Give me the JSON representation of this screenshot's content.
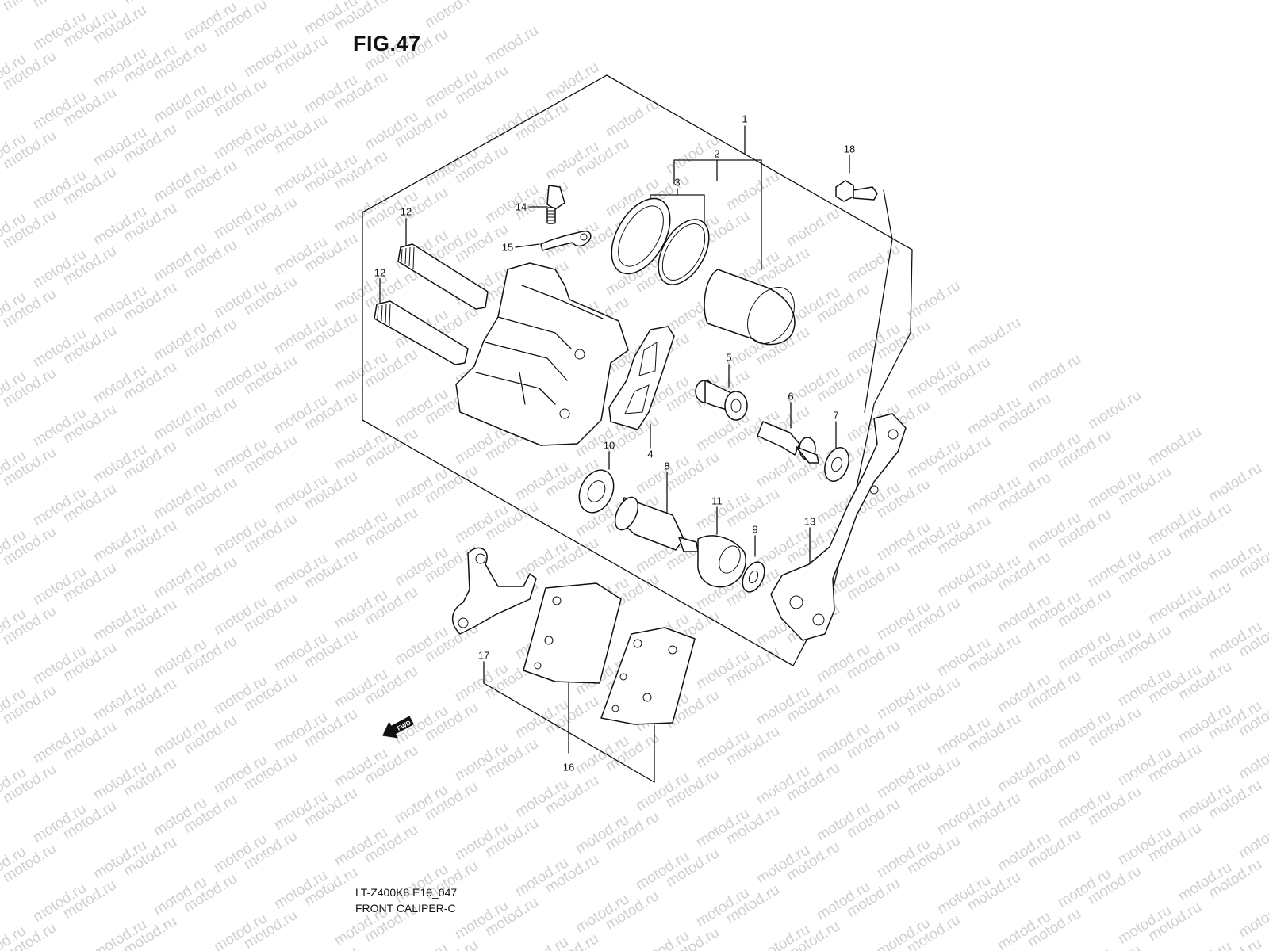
{
  "figure": {
    "title": "FIG.47",
    "model_code": "LT-Z400K8 E19_047",
    "caption": "FRONT CALIPER-C"
  },
  "watermark": {
    "text": "motod.ru",
    "color": "#cfcfcf"
  },
  "fwd_label": "FWD",
  "callouts": [
    {
      "id": "1",
      "label": "1"
    },
    {
      "id": "2",
      "label": "2"
    },
    {
      "id": "3",
      "label": "3"
    },
    {
      "id": "4",
      "label": "4"
    },
    {
      "id": "5",
      "label": "5"
    },
    {
      "id": "6",
      "label": "6"
    },
    {
      "id": "7",
      "label": "7"
    },
    {
      "id": "8",
      "label": "8"
    },
    {
      "id": "9",
      "label": "9"
    },
    {
      "id": "10",
      "label": "10"
    },
    {
      "id": "11",
      "label": "11"
    },
    {
      "id": "12a",
      "label": "12"
    },
    {
      "id": "12b",
      "label": "12"
    },
    {
      "id": "13",
      "label": "13"
    },
    {
      "id": "14",
      "label": "14"
    },
    {
      "id": "15",
      "label": "15"
    },
    {
      "id": "16",
      "label": "16"
    },
    {
      "id": "17",
      "label": "17"
    },
    {
      "id": "18",
      "label": "18"
    }
  ]
}
